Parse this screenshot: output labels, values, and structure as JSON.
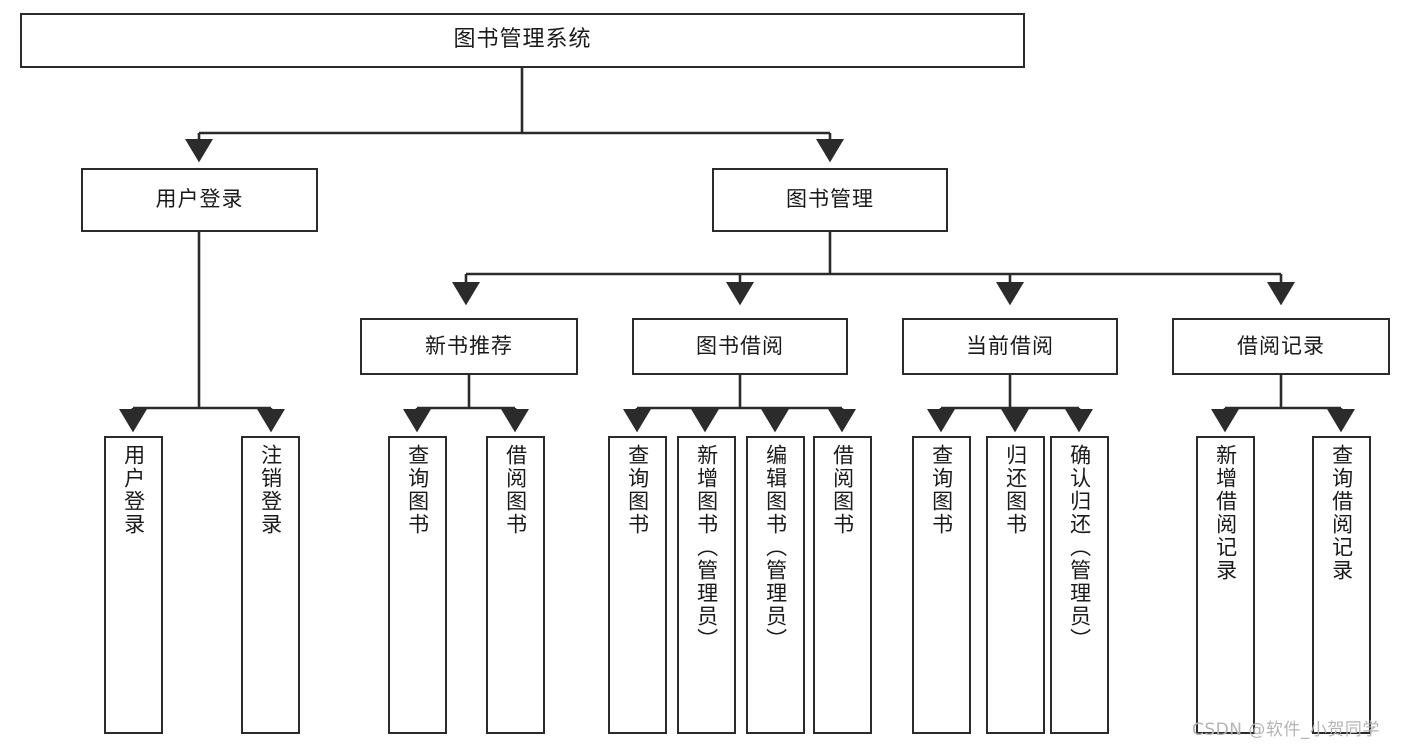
{
  "diagram": {
    "title": "图书管理系统",
    "watermark": "CSDN @软件_小贺同学",
    "stroke_color": "#2b2b2b",
    "background_color": "#ffffff",
    "nodes": {
      "root": {
        "label": "图书管理系统"
      },
      "level2": [
        {
          "label": "用户登录"
        },
        {
          "label": "图书管理"
        }
      ],
      "level3": [
        {
          "label": "新书推荐"
        },
        {
          "label": "图书借阅"
        },
        {
          "label": "当前借阅"
        },
        {
          "label": "借阅记录"
        }
      ],
      "leaves": {
        "user_login": [
          {
            "label": "用户登录"
          },
          {
            "label": "注销登录"
          }
        ],
        "new_book_recommend": [
          {
            "label": "查询图书"
          },
          {
            "label": "借阅图书"
          }
        ],
        "book_borrow": [
          {
            "label": "查询图书"
          },
          {
            "label": "新增图书（管理员）"
          },
          {
            "label": "编辑图书（管理员）"
          },
          {
            "label": "借阅图书"
          }
        ],
        "current_borrow": [
          {
            "label": "查询图书"
          },
          {
            "label": "归还图书"
          },
          {
            "label": "确认归还（管理员）"
          }
        ],
        "borrow_record": [
          {
            "label": "新增借阅记录"
          },
          {
            "label": "查询借阅记录"
          }
        ]
      }
    }
  }
}
